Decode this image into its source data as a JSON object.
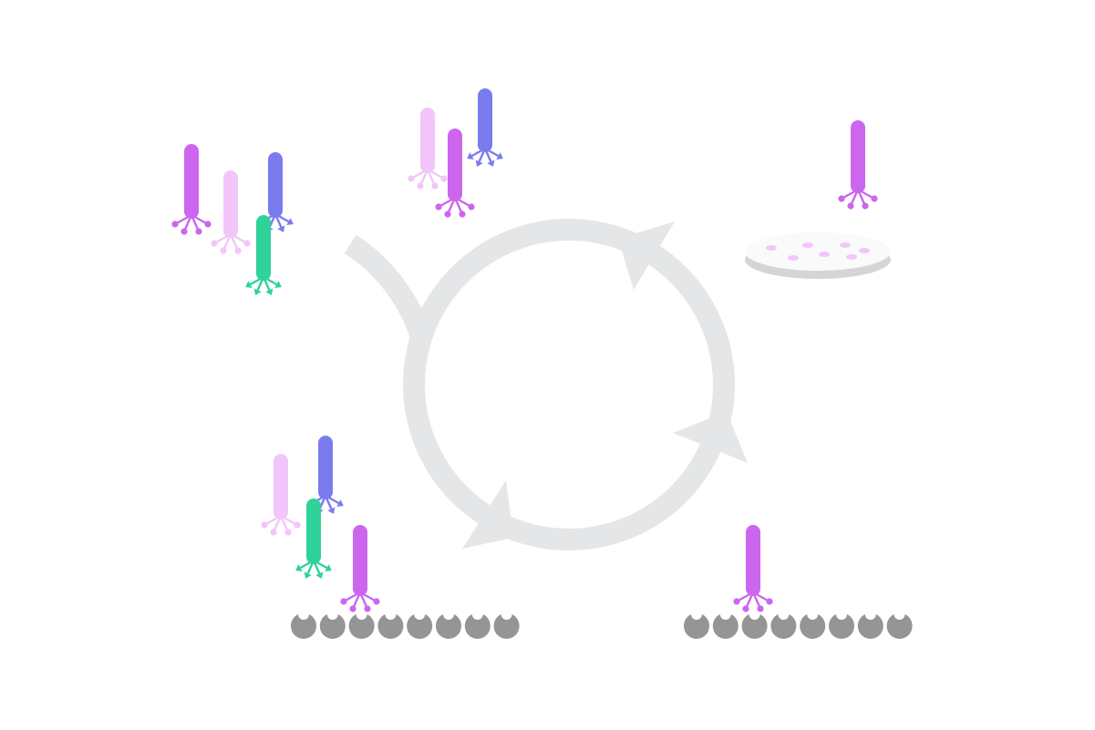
{
  "colors": {
    "background": "#ffffff",
    "cycle_arrow": "#e5e6e8",
    "phage_purple": "#cc66ee",
    "phage_light_pink": "#f2c6fa",
    "phage_blue": "#7b7bf0",
    "phage_green": "#2fd39a",
    "target_surface": "#959595",
    "plate_top": "#fafafb",
    "plate_side": "#d5d5d8",
    "plaque": "#f2c6fa"
  },
  "groups": [
    {
      "id": "library",
      "description_name": "mixed-phage-library",
      "phages": [
        {
          "name": "phage-purple",
          "color": "phage_purple"
        },
        {
          "name": "phage-light-pink",
          "color": "phage_light_pink"
        },
        {
          "name": "phage-blue",
          "color": "phage_blue"
        },
        {
          "name": "phage-green",
          "color": "phage_green"
        }
      ]
    },
    {
      "id": "binding",
      "description_name": "binding-step",
      "phages": [
        {
          "name": "phage-light-pink",
          "color": "phage_light_pink"
        },
        {
          "name": "phage-blue",
          "color": "phage_blue"
        },
        {
          "name": "phage-green",
          "color": "phage_green"
        },
        {
          "name": "phage-purple-bound",
          "color": "phage_purple"
        }
      ],
      "target_units": 8
    },
    {
      "id": "wash",
      "description_name": "washing-step",
      "phages": [
        {
          "name": "phage-purple-bound",
          "color": "phage_purple"
        }
      ],
      "target_units": 8
    },
    {
      "id": "amplification",
      "description_name": "amplification-step",
      "phages": [
        {
          "name": "phage-purple",
          "color": "phage_purple"
        }
      ],
      "plaques": 7
    },
    {
      "id": "enriched",
      "description_name": "enriched-pool",
      "phages": [
        {
          "name": "phage-light-pink",
          "color": "phage_light_pink"
        },
        {
          "name": "phage-purple",
          "color": "phage_purple"
        },
        {
          "name": "phage-blue",
          "color": "phage_blue"
        }
      ]
    }
  ]
}
